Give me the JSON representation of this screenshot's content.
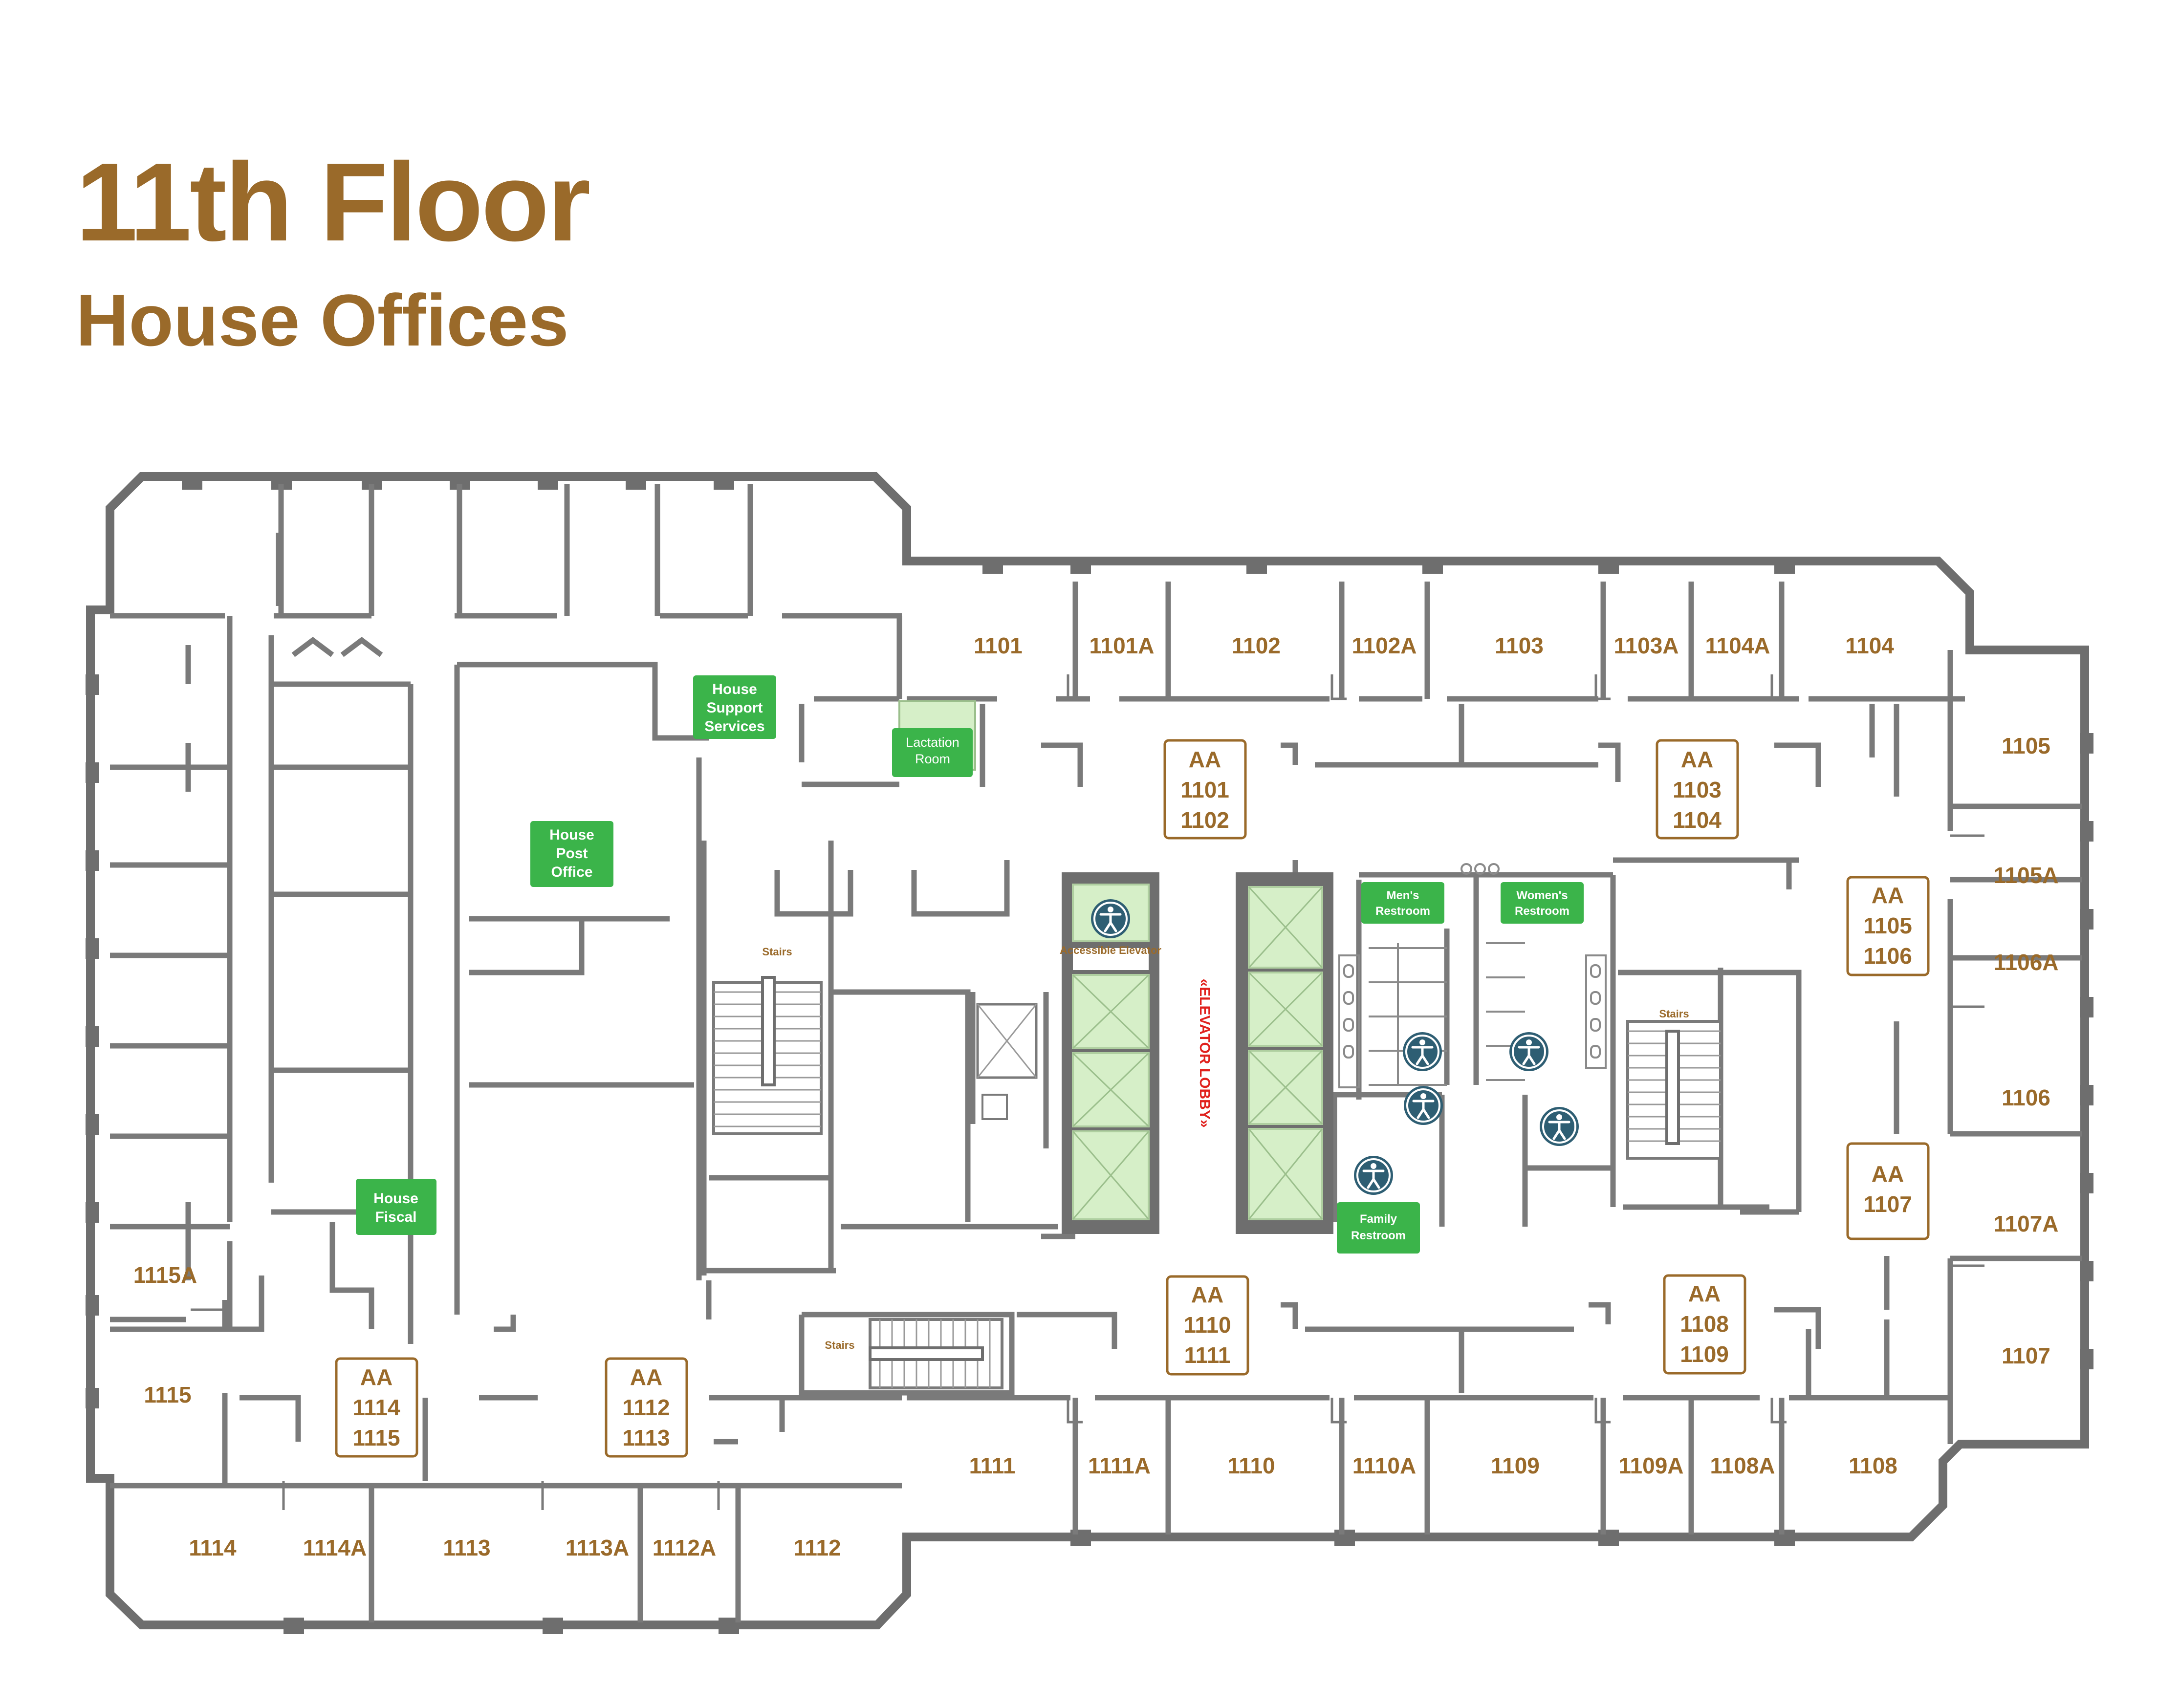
{
  "header": {
    "title": "11th Floor",
    "subtitle": "House Offices"
  },
  "colors": {
    "heading": "#9A6A2A",
    "wall": "#6E6E6E",
    "room_label": "#9A6A2A",
    "amenity_green": "#3BB44A",
    "elevator_fill": "#D6EFC8",
    "accessibility_icon": "#2E5E73",
    "lobby_text": "#E0211D"
  },
  "rooms": {
    "r1101": "1101",
    "r1101A": "1101A",
    "r1102": "1102",
    "r1102A": "1102A",
    "r1103": "1103",
    "r1103A": "1103A",
    "r1104A": "1104A",
    "r1104": "1104",
    "r1105": "1105",
    "r1105A": "1105A",
    "r1106A": "1106A",
    "r1106": "1106",
    "r1107A": "1107A",
    "r1107": "1107",
    "r1108": "1108",
    "r1108A": "1108A",
    "r1109A": "1109A",
    "r1109": "1109",
    "r1110A": "1110A",
    "r1110": "1110",
    "r1111A": "1111A",
    "r1111": "1111",
    "r1112": "1112",
    "r1112A": "1112A",
    "r1113A": "1113A",
    "r1113": "1113",
    "r1114A": "1114A",
    "r1114": "1114",
    "r1115": "1115",
    "r1115A": "1115A"
  },
  "aa_boxes": {
    "aa_1101": [
      "AA",
      "1101",
      "1102"
    ],
    "aa_1103": [
      "AA",
      "1103",
      "1104"
    ],
    "aa_1105": [
      "AA",
      "1105",
      "1106"
    ],
    "aa_1107": [
      "AA",
      "1107"
    ],
    "aa_1108": [
      "AA",
      "1108",
      "1109"
    ],
    "aa_1110": [
      "AA",
      "1110",
      "1111"
    ],
    "aa_1112": [
      "AA",
      "1112",
      "1113"
    ],
    "aa_1114": [
      "AA",
      "1114",
      "1115"
    ]
  },
  "amenities": {
    "support": [
      "House",
      "Support",
      "Services"
    ],
    "lactation": [
      "Lactation",
      "Room"
    ],
    "post": [
      "House",
      "Post",
      "Office"
    ],
    "fiscal": [
      "House",
      "Fiscal"
    ],
    "mens": [
      "Men's",
      "Restroom"
    ],
    "womens": [
      "Women's",
      "Restroom"
    ],
    "family": [
      "Family",
      "Restroom"
    ]
  },
  "labels": {
    "stairs_1": "Stairs",
    "stairs_2": "Stairs",
    "stairs_3": "Stairs",
    "accessible_elevator": "Accessible Elevator",
    "elevator_lobby": "«ELEVATOR LOBBY»"
  },
  "icons": {
    "accessibility": "accessibility-icon"
  }
}
